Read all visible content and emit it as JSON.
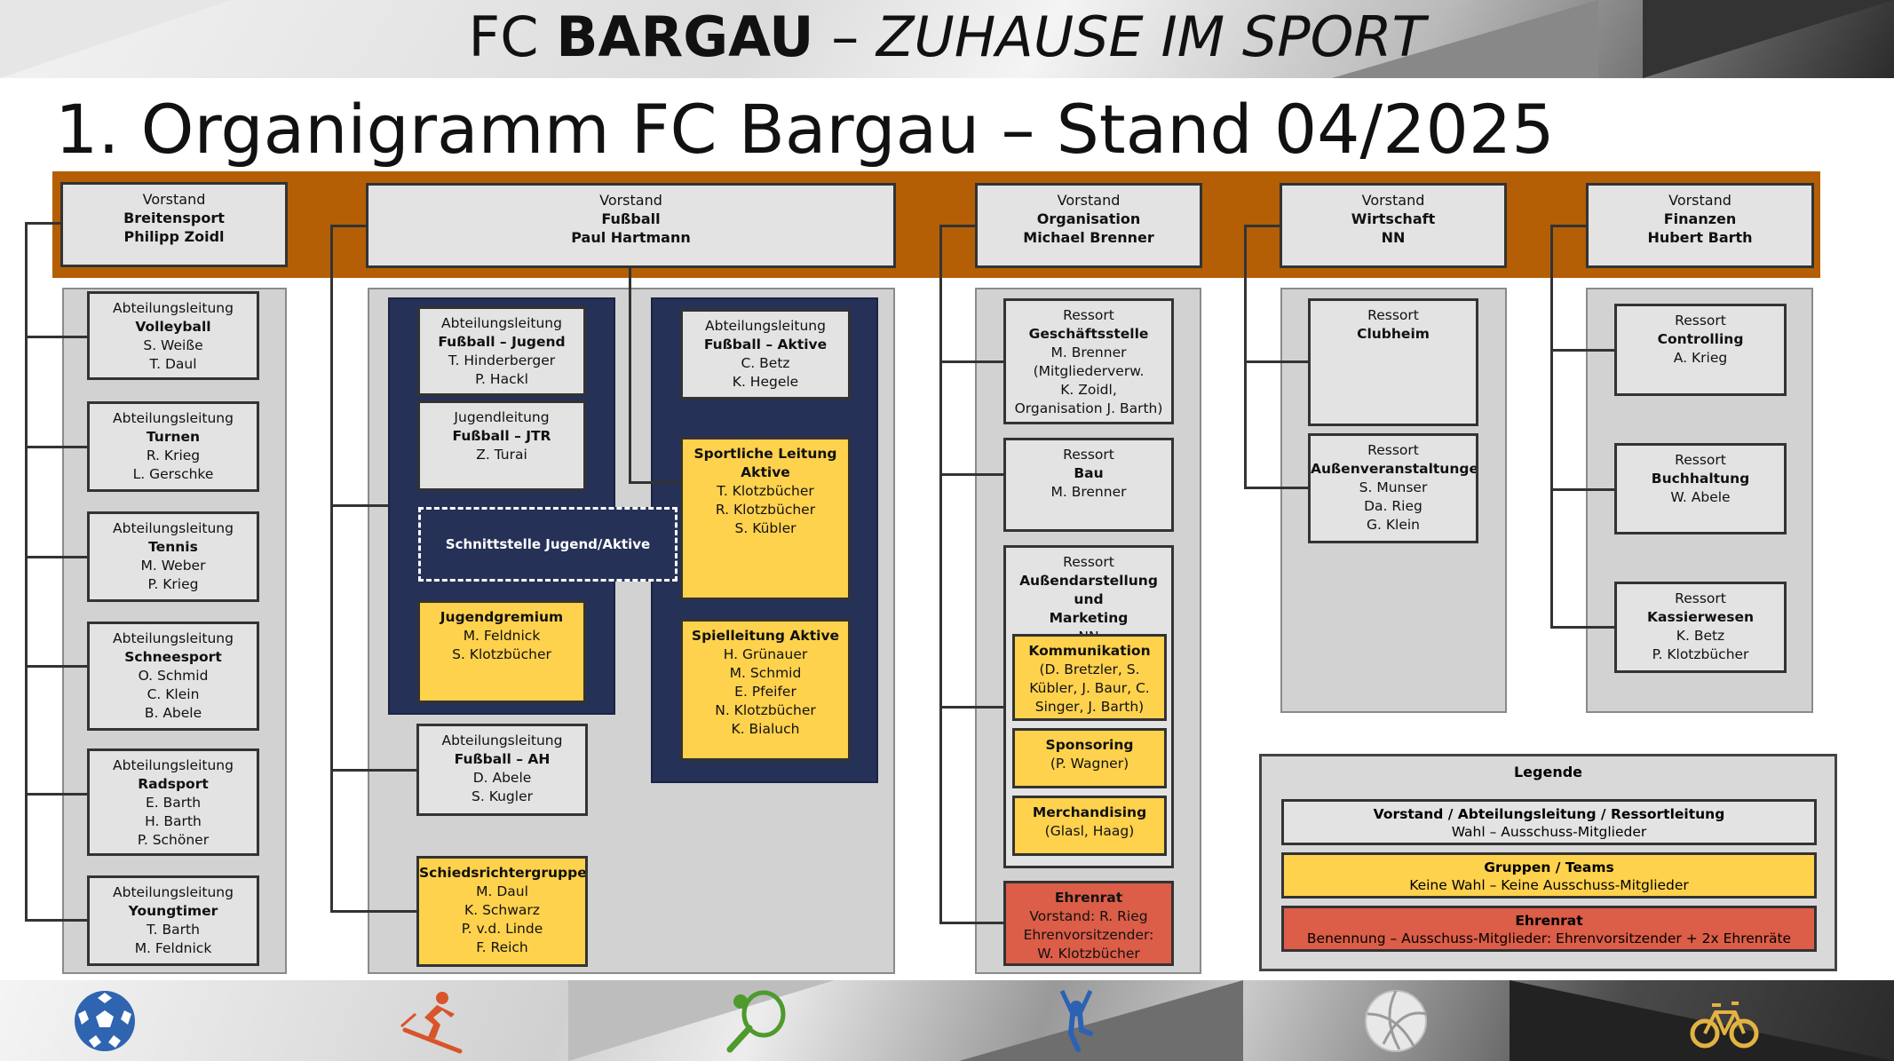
{
  "brand": {
    "part1": "FC ",
    "part2": "BARGAU",
    "part3": " – ",
    "part4": "ZUHAUSE IM SPORT"
  },
  "page_title": "1. Organigramm FC Bargau – Stand 04/2025",
  "vorstand": [
    {
      "label": "Vorstand",
      "area": "Breitensport",
      "person": "Philipp Zoidl"
    },
    {
      "label": "Vorstand",
      "area": "Fußball",
      "person": "Paul Hartmann"
    },
    {
      "label": "Vorstand",
      "area": "Organisation",
      "person": "Michael Brenner"
    },
    {
      "label": "Vorstand",
      "area": "Wirtschaft",
      "person": "NN"
    },
    {
      "label": "Vorstand",
      "area": "Finanzen",
      "person": "Hubert Barth"
    }
  ],
  "breitensport": [
    {
      "label": "Abteilungsleitung",
      "name": "Volleyball",
      "people": "S. Weiße\nT. Daul"
    },
    {
      "label": "Abteilungsleitung",
      "name": "Turnen",
      "people": "R. Krieg\nL. Gerschke"
    },
    {
      "label": "Abteilungsleitung",
      "name": "Tennis",
      "people": "M. Weber\nP. Krieg"
    },
    {
      "label": "Abteilungsleitung",
      "name": "Schneesport",
      "people": "O. Schmid\nC. Klein\nB. Abele"
    },
    {
      "label": "Abteilungsleitung",
      "name": "Radsport",
      "people": "E. Barth\nH. Barth\nP. Schöner"
    },
    {
      "label": "Abteilungsleitung",
      "name": "Youngtimer",
      "people": "T. Barth\nM. Feldnick"
    }
  ],
  "fussball": {
    "jugend": {
      "label": "Abteilungsleitung",
      "name": "Fußball – Jugend",
      "people": "T. Hinderberger\nP. Hackl"
    },
    "jtr": {
      "label": "Jugendleitung",
      "name": "Fußball – JTR",
      "people": "Z. Turai"
    },
    "aktive": {
      "label": "Abteilungsleitung",
      "name": "Fußball – Aktive",
      "people": "C. Betz\nK. Hegele"
    },
    "schnittstelle": "Schnittstelle Jugend/Aktive",
    "jugendgremium": {
      "name": "Jugendgremium",
      "people": "M. Feldnick\nS. Klotzbücher"
    },
    "sportliche_leitung": {
      "name": "Sportliche Leitung\nAktive",
      "people": "T. Klotzbücher\nR. Klotzbücher\nS. Kübler"
    },
    "spielleitung": {
      "name": "Spielleitung Aktive",
      "people": "H. Grünauer\nM. Schmid\nE. Pfeifer\nN. Klotzbücher\nK. Bialuch"
    },
    "ah": {
      "label": "Abteilungsleitung",
      "name": "Fußball – AH",
      "people": "D. Abele\nS. Kugler"
    },
    "schiri": {
      "name": "Schiedsrichtergruppe",
      "people": "M. Daul\nK. Schwarz\nP. v.d. Linde\nF. Reich"
    }
  },
  "organisation": {
    "geschaeft": {
      "label": "Ressort",
      "name": "Geschäftsstelle",
      "people": "M. Brenner\n(Mitgliederverw.\nK. Zoidl,\nOrganisation J. Barth)"
    },
    "bau": {
      "label": "Ressort",
      "name": "Bau",
      "people": "M. Brenner"
    },
    "marketing": {
      "label": "Ressort",
      "name": "Außendarstellung und\nMarketing",
      "people": "NN"
    },
    "kommunikation": {
      "name": "Kommunikation",
      "people": "(D. Bretzler, S.\nKübler, J. Baur, C.\nSinger, J. Barth)"
    },
    "sponsoring": {
      "name": "Sponsoring",
      "people": "(P. Wagner)"
    },
    "merchandising": {
      "name": "Merchandising",
      "people": "(Glasl, Haag)"
    },
    "ehrenrat": {
      "name": "Ehrenrat",
      "people": "Vorstand: R. Rieg\nEhrenvorsitzender:\nW. Klotzbücher"
    }
  },
  "wirtschaft": {
    "clubheim": {
      "label": "Ressort",
      "name": "Clubheim",
      "people": ""
    },
    "aussen": {
      "label": "Ressort",
      "name": "Außenveranstaltungen",
      "people": "S. Munser\nDa. Rieg\nG. Klein"
    }
  },
  "finanzen": [
    {
      "label": "Ressort",
      "name": "Controlling",
      "people": "A. Krieg"
    },
    {
      "label": "Ressort",
      "name": "Buchhaltung",
      "people": "W. Abele"
    },
    {
      "label": "Ressort",
      "name": "Kassierwesen",
      "people": "K. Betz\nP. Klotzbücher"
    }
  ],
  "legend": {
    "title": "Legende",
    "items": [
      {
        "title": "Vorstand / Abteilungsleitung / Ressortleitung",
        "text": "Wahl – Ausschuss-Mitglieder",
        "color": "#e3e3e3"
      },
      {
        "title": "Gruppen / Teams",
        "text": "Keine Wahl – Keine Ausschuss-Mitglieder",
        "color": "#ffd24d"
      },
      {
        "title": "Ehrenrat",
        "text": "Benennung – Ausschuss-Mitglieder: Ehrenvorsitzender + 2x Ehrenräte",
        "color": "#dc5d48"
      }
    ]
  },
  "icons": [
    "soccer-ball-icon",
    "skiing-icon",
    "tennis-icon",
    "gymnast-icon",
    "volleyball-icon",
    "bicycle-icon"
  ],
  "colors": {
    "vorstand_bar": "#b45f06",
    "navy": "#253157",
    "yellow": "#ffd24d",
    "red": "#dc5d48",
    "grey_box": "#e3e3e3"
  }
}
